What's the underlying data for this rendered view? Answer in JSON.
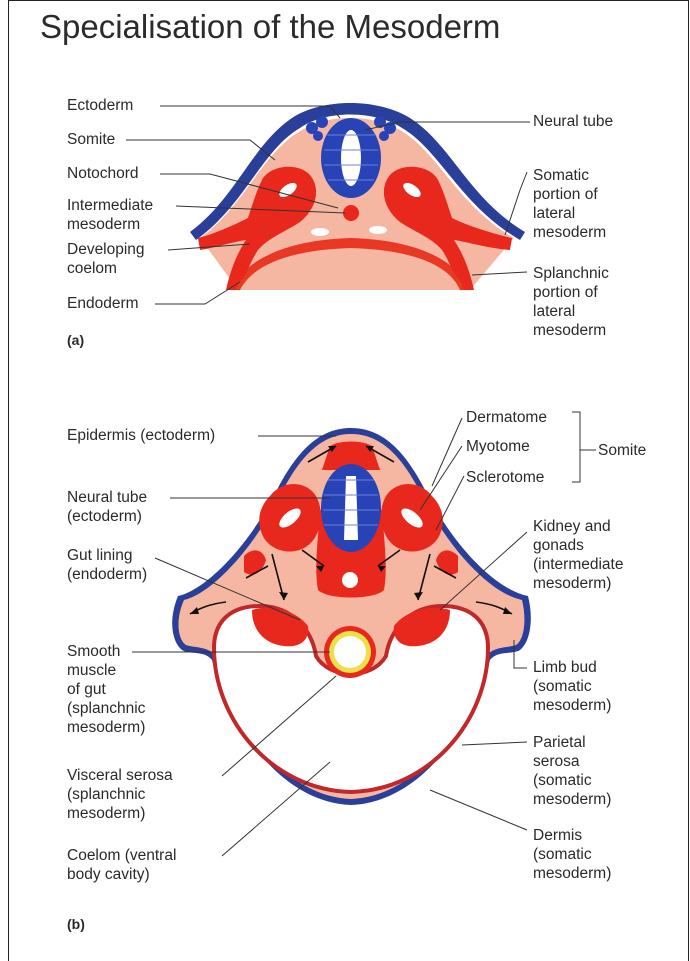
{
  "title": "Specialisation of the Mesoderm",
  "panel_a": {
    "tag": "(a)",
    "labels": {
      "ectoderm": "Ectoderm",
      "somite": "Somite",
      "notochord": "Notochord",
      "intermediate_mesoderm": "Intermediate\nmesoderm",
      "developing_coelom": "Developing\ncoelom",
      "endoderm": "Endoderm",
      "neural_tube": "Neural tube",
      "somatic_lateral": "Somatic\nportion of\nlateral\nmesoderm",
      "splanchnic_lateral": "Splanchnic\nportion of\nlateral\nmesoderm"
    }
  },
  "panel_b": {
    "tag": "(b)",
    "labels": {
      "epidermis": "Epidermis (ectoderm)",
      "neural_tube": "Neural tube\n(ectoderm)",
      "gut_lining": "Gut lining\n(endoderm)",
      "smooth_muscle": "Smooth\nmuscle\nof gut\n(splanchnic\nmesoderm)",
      "visceral_serosa": "Visceral serosa\n(splanchnic\nmesoderm)",
      "coelom": "Coelom (ventral\nbody cavity)",
      "dermatome": "Dermatome",
      "myotome": "Myotome",
      "sclerotome": "Sclerotome",
      "somite": "Somite",
      "kidney": "Kidney and\ngonads\n(intermediate\nmesoderm)",
      "limb_bud": "Limb bud\n(somatic\nmesoderm)",
      "parietal_serosa": "Parietal\nserosa\n(somatic\nmesoderm)",
      "dermis": "Dermis\n(somatic\nmesoderm)"
    }
  },
  "colors": {
    "ectoderm_blue": "#2a3f9a",
    "mesoderm_red": "#e8281c",
    "body_pink": "#f6b7a2",
    "endoderm_yellow": "#e9e04a",
    "neural_blue": "#2743b5"
  }
}
